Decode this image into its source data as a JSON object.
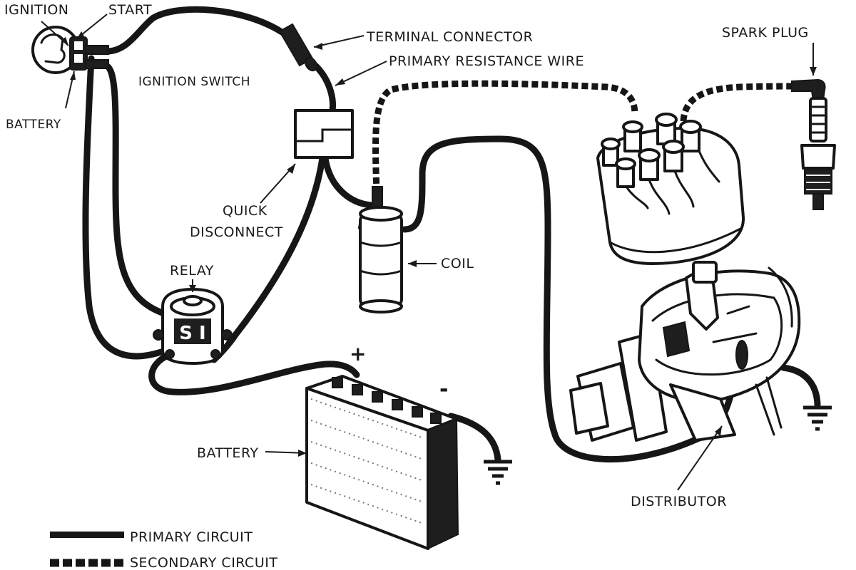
{
  "labels": {
    "ignition": "IGNITION",
    "start": "START",
    "battery_terminal": "BATTERY",
    "ignition_switch": "IGNITION SWITCH",
    "terminal_connector": "TERMINAL CONNECTOR",
    "primary_resistance_wire": "PRIMARY RESISTANCE WIRE",
    "spark_plug": "SPARK PLUG",
    "quick_disconnect_line1": "QUICK",
    "quick_disconnect_line2": "DISCONNECT",
    "coil": "COIL",
    "relay": "RELAY",
    "relay_marking": "S I",
    "positive": "+",
    "negative": "-",
    "battery": "BATTERY",
    "distributor": "DISTRIBUTOR"
  },
  "legend": {
    "primary": "PRIMARY CIRCUIT",
    "secondary": "SECONDARY CIRCUIT"
  }
}
